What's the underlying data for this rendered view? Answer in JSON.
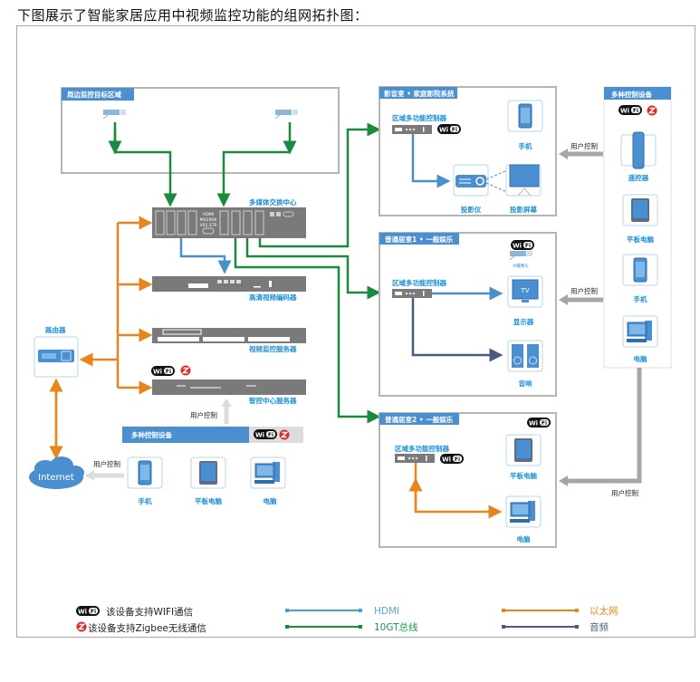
{
  "title": "下图展示了智能家居应用中视频监控功能的组网拓扑图：",
  "colors": {
    "hdmi": "#4a90c8",
    "bus10gt": "#1a8a3e",
    "ethernet": "#e8861e",
    "audio": "#4a5a80",
    "control": "#a6a6a6",
    "header_bg": "#4a8fd0",
    "device_gray": "#7a7a7a",
    "label_blue": "#1a8fd8"
  },
  "zones": {
    "surveillance": {
      "title": "周边监控目标区域",
      "cameras": [
        "摄像头",
        "摄像头"
      ]
    },
    "home_theater": {
      "title": "影音室 • 家庭影院系统",
      "controller": "区域多功能控制器",
      "devices": [
        "手机",
        "投影仪",
        "投影屏幕"
      ]
    },
    "living1": {
      "title": "普通居室1 • 一般娱乐",
      "controller": "区域多功能控制器",
      "camera": "IP摄像头",
      "devices": [
        "显示器",
        "音响"
      ],
      "tv_text": "TV"
    },
    "living2": {
      "title": "普通居室2 • 一般娱乐",
      "controller": "区域多功能控制器",
      "devices": [
        "平板电脑",
        "电脑"
      ]
    }
  },
  "center": {
    "switch": "多媒体交换中心",
    "switch_text": [
      "HDMI",
      "MX2808",
      "X01.STP"
    ],
    "encoder": "高清视频编码器",
    "video_server": "视频监控服务器",
    "control_server": "智控中心服务器",
    "router": "路由器",
    "internet": "Internet"
  },
  "control_left": {
    "title": "多种控制设备",
    "devices": [
      "手机",
      "平板电脑",
      "电脑"
    ],
    "user_control": "用户控制"
  },
  "control_right": {
    "title": "多种控制设备",
    "devices": [
      "遥控器",
      "平板电脑",
      "手机",
      "电脑"
    ],
    "user_control": "用户控制"
  },
  "badges": {
    "wifi": "WiFi",
    "zigbee": "Z"
  },
  "legend": {
    "wifi": "该设备支持WIFI通信",
    "zigbee": "该设备支持Zigbee无线通信",
    "hdmi": "HDMI",
    "bus10gt": "10GT总线",
    "ethernet": "以太网",
    "audio": "音频"
  }
}
